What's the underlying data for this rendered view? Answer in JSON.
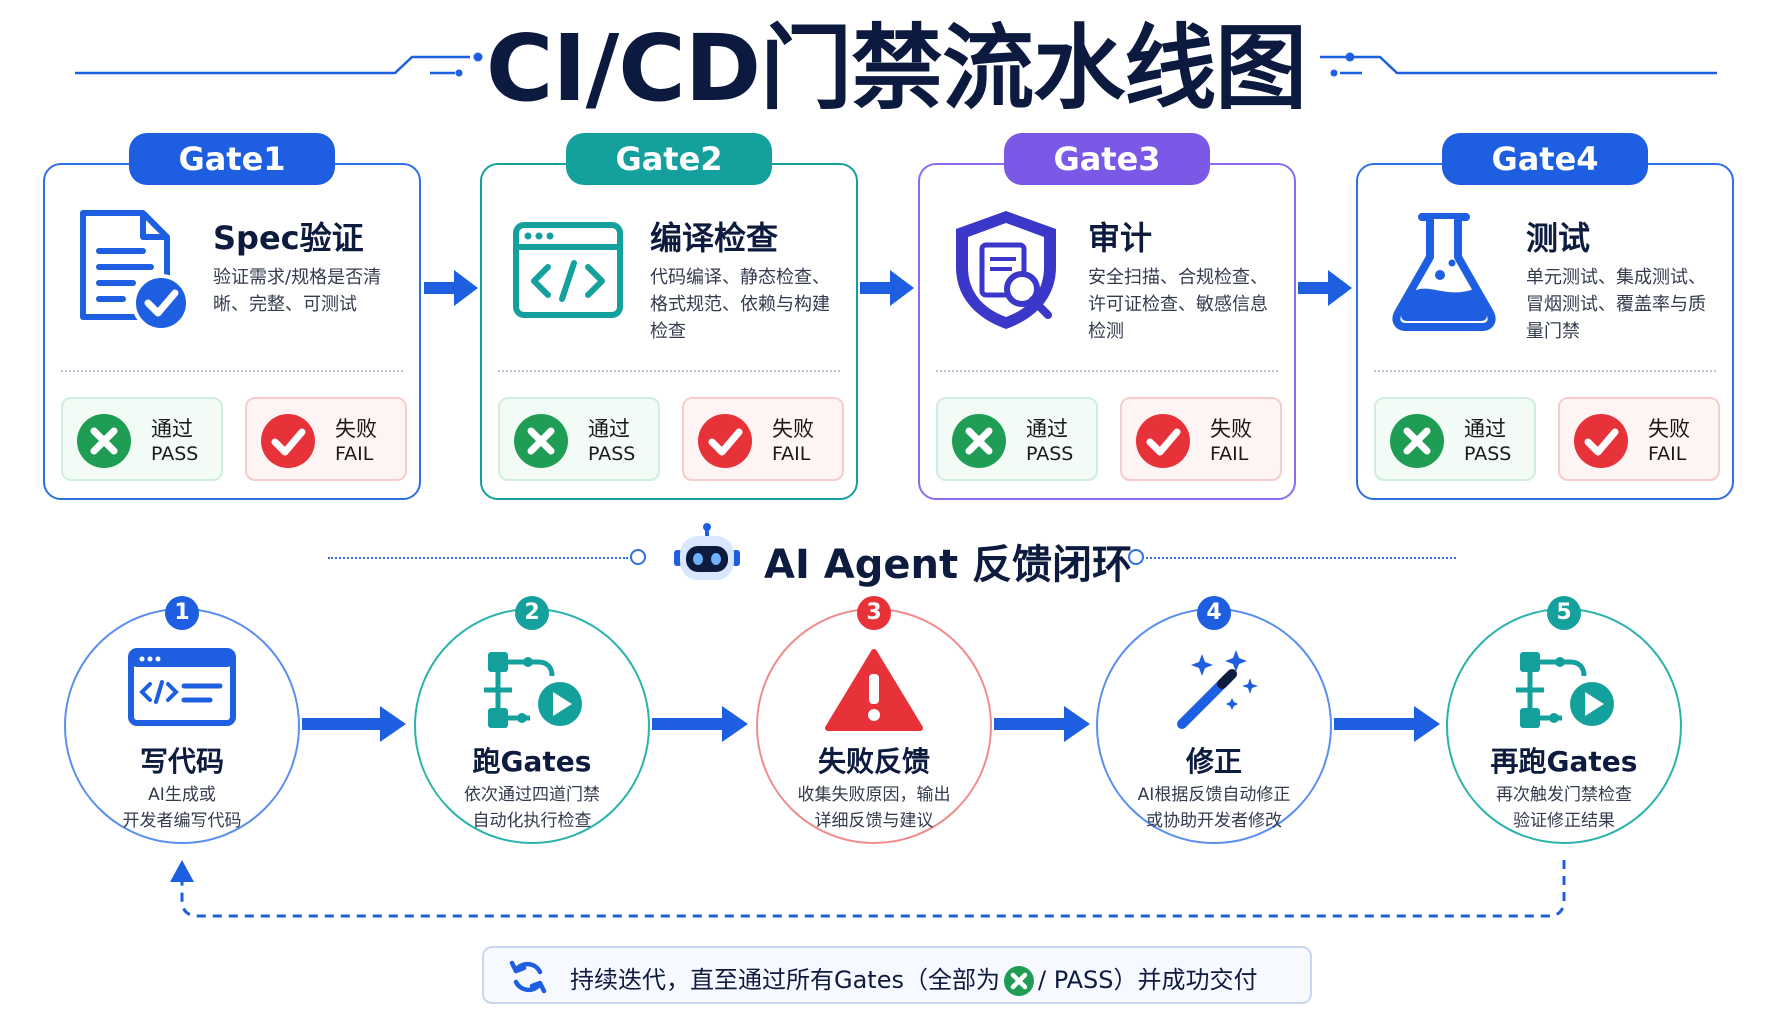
{
  "title": "CI/CD门禁流水线图",
  "colors": {
    "blue": "#1d5fe0",
    "teal": "#14a09d",
    "purple": "#7b59e6",
    "pass": "#1f9d55",
    "fail": "#e8323a"
  },
  "gates": [
    {
      "tab": "Gate1",
      "name": "Spec验证",
      "desc": "验证需求/规格是否清晰、完整、可测试",
      "icon": "document-check-icon",
      "pass_l1": "通过",
      "pass_l2": "PASS",
      "fail_l1": "失败",
      "fail_l2": "FAIL"
    },
    {
      "tab": "Gate2",
      "name": "编译检查",
      "desc": "代码编译、静态检查、格式规范、依赖与构建检查",
      "icon": "code-window-icon",
      "pass_l1": "通过",
      "pass_l2": "PASS",
      "fail_l1": "失败",
      "fail_l2": "FAIL"
    },
    {
      "tab": "Gate3",
      "name": "审计",
      "desc": "安全扫描、合规检查、许可证检查、敏感信息检测",
      "icon": "shield-search-icon",
      "pass_l1": "通过",
      "pass_l2": "PASS",
      "fail_l1": "失败",
      "fail_l2": "FAIL"
    },
    {
      "tab": "Gate4",
      "name": "测试",
      "desc": "单元测试、集成测试、冒烟测试、覆盖率与质量门禁",
      "icon": "flask-icon",
      "pass_l1": "通过",
      "pass_l2": "PASS",
      "fail_l1": "失败",
      "fail_l2": "FAIL"
    }
  ],
  "agent_title": "AI Agent 反馈闭环",
  "steps": [
    {
      "num": "1",
      "name": "写代码",
      "desc1": "AI生成或",
      "desc2": "开发者编写代码",
      "icon": "code-editor-icon"
    },
    {
      "num": "2",
      "name": "跑Gates",
      "desc1": "依次通过四道门禁",
      "desc2": "自动化执行检查",
      "icon": "pipeline-run-icon"
    },
    {
      "num": "3",
      "name": "失败反馈",
      "desc1": "收集失败原因，输出",
      "desc2": "详细反馈与建议",
      "icon": "warning-icon"
    },
    {
      "num": "4",
      "name": "修正",
      "desc1": "AI根据反馈自动修正",
      "desc2": "或协助开发者修改",
      "icon": "magic-wand-icon"
    },
    {
      "num": "5",
      "name": "再跑Gates",
      "desc1": "再次触发门禁检查",
      "desc2": "验证修正结果",
      "icon": "pipeline-rerun-icon"
    }
  ],
  "banner": {
    "text_before": "持续迭代，直至通过所有Gates（全部为",
    "text_after": "/ PASS）并成功交付"
  }
}
